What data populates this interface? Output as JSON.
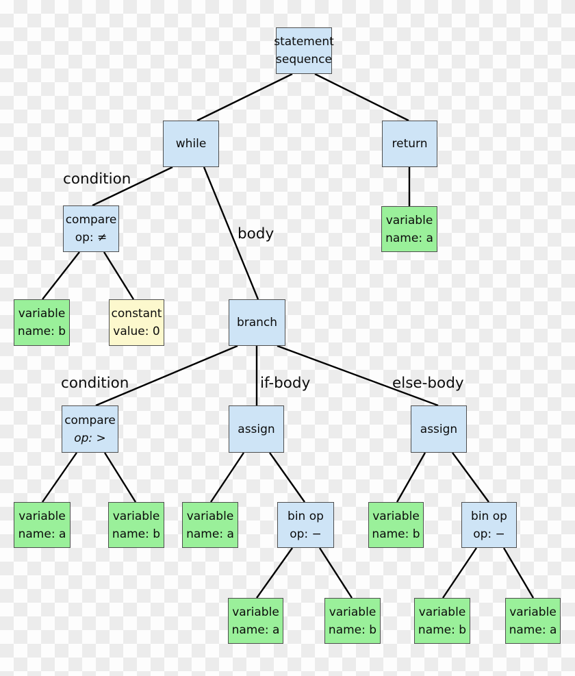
{
  "diagram": {
    "type": "abstract-syntax-tree",
    "colors": {
      "statement_node": "#cee4f6",
      "variable_node": "#9af09a",
      "constant_node": "#fcf8cd",
      "node_border": "#4d4d4d",
      "edge": "#000000",
      "checker_light": "#fdfdfd",
      "checker_dark": "#ececec"
    },
    "nodes": [
      {
        "id": "statement-sequence",
        "kind": "statement",
        "line1": "statement",
        "line2": "sequence"
      },
      {
        "id": "while",
        "kind": "statement",
        "line1": "while"
      },
      {
        "id": "return",
        "kind": "statement",
        "line1": "return"
      },
      {
        "id": "compare-neq",
        "kind": "statement",
        "line1": "compare",
        "line2": "op: ≠"
      },
      {
        "id": "variable-a-return",
        "kind": "variable",
        "line1": "variable",
        "line2": "name: a"
      },
      {
        "id": "variable-b-cond",
        "kind": "variable",
        "line1": "variable",
        "line2": "name: b"
      },
      {
        "id": "constant-0",
        "kind": "constant",
        "line1": "constant",
        "line2": "value: 0"
      },
      {
        "id": "branch",
        "kind": "statement",
        "line1": "branch"
      },
      {
        "id": "compare-gt",
        "kind": "statement",
        "line1": "compare",
        "line2": "op: >"
      },
      {
        "id": "assign-if",
        "kind": "statement",
        "line1": "assign"
      },
      {
        "id": "assign-else",
        "kind": "statement",
        "line1": "assign"
      },
      {
        "id": "variable-a-gt",
        "kind": "variable",
        "line1": "variable",
        "line2": "name: a"
      },
      {
        "id": "variable-b-gt",
        "kind": "variable",
        "line1": "variable",
        "line2": "name: b"
      },
      {
        "id": "variable-a-assign1",
        "kind": "variable",
        "line1": "variable",
        "line2": "name: a"
      },
      {
        "id": "binop-minus-1",
        "kind": "statement",
        "line1": "bin op",
        "line2": "op: −"
      },
      {
        "id": "variable-b-assign2",
        "kind": "variable",
        "line1": "variable",
        "line2": "name: b"
      },
      {
        "id": "binop-minus-2",
        "kind": "statement",
        "line1": "bin op",
        "line2": "op: −"
      },
      {
        "id": "variable-a-binop1",
        "kind": "variable",
        "line1": "variable",
        "line2": "name: a"
      },
      {
        "id": "variable-b-binop1",
        "kind": "variable",
        "line1": "variable",
        "line2": "name: b"
      },
      {
        "id": "variable-b-binop2",
        "kind": "variable",
        "line1": "variable",
        "line2": "name: b"
      },
      {
        "id": "variable-a-binop2",
        "kind": "variable",
        "line1": "variable",
        "line2": "name: a"
      }
    ],
    "edge_labels": {
      "condition_top": "condition",
      "body": "body",
      "condition_bottom": "condition",
      "if_body": "if-body",
      "else_body": "else-body"
    }
  }
}
